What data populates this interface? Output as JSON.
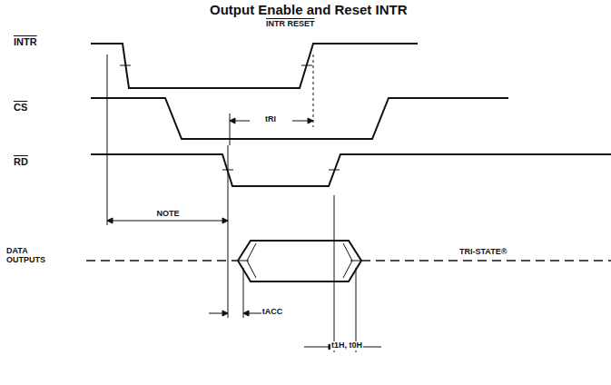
{
  "diagram": {
    "title": "Output Enable and Reset INTR",
    "labels": [
      "INTR",
      "INTR RESET",
      "CS",
      "tRI",
      "RD",
      "NOTE",
      "DATA OUTPUTS",
      "TRI-STATE®",
      "tACC",
      "t1H, t0H"
    ]
  }
}
